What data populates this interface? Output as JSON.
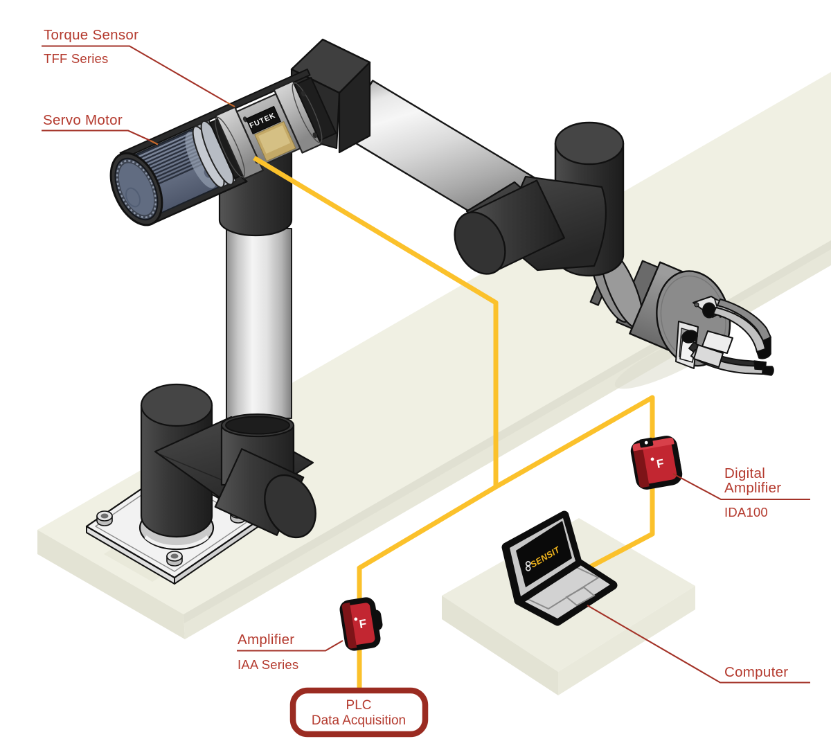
{
  "diagram": {
    "type": "isometric application diagram",
    "subject": "Robotic arm torque measurement system",
    "labels": {
      "torque_sensor": {
        "title": "Torque Sensor",
        "series": "TFF Series"
      },
      "servo_motor": {
        "title": "Servo Motor"
      },
      "amplifier": {
        "title": "Amplifier",
        "series": "IAA Series"
      },
      "digital_amplifier": {
        "title_line1": "Digital",
        "title_line2": "Amplifier",
        "series": "IDA100"
      },
      "computer": {
        "title": "Computer"
      },
      "plc": {
        "line1": "PLC",
        "line2": "Data Acquisition"
      }
    },
    "branding": {
      "sensor_plate": "FUTEK",
      "laptop_screen_logo": "SENSIT",
      "amplifier_logo": "F",
      "digital_amplifier_logo": "F"
    },
    "colors": {
      "label_text": "#B43A2E",
      "leader_line": "#A33227",
      "leader_tip": "#C9692B",
      "plc_border": "#9A2B21",
      "cable_yellow": "#FBC12B",
      "platform_top": "#F0F0E3",
      "platform_front": "#E7E7D9",
      "platform_end": "#E3E3D4",
      "amplifier_red": "#C22631",
      "amplifier_dark_red": "#7E1418",
      "gold_label": "#C4A967",
      "logo_yellow": "#F0B41C"
    }
  }
}
